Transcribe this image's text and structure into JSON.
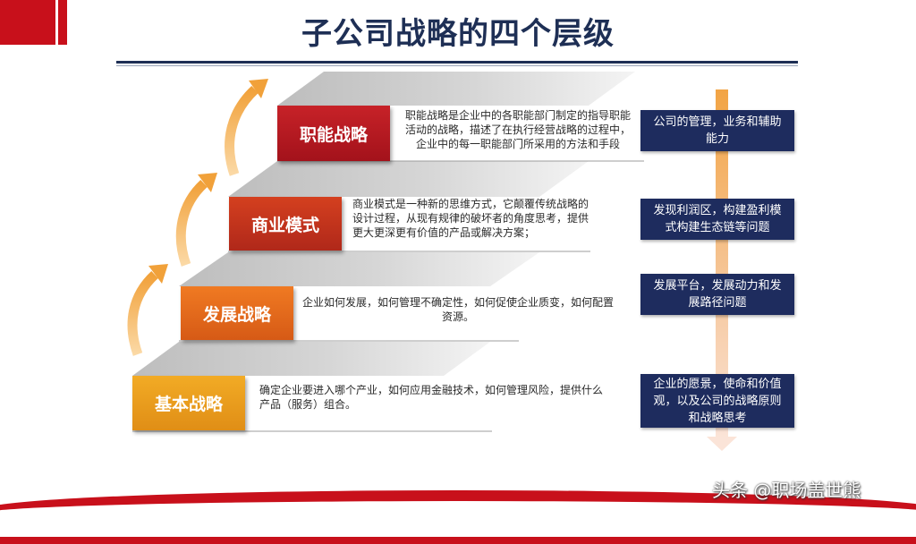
{
  "title": "子公司战略的四个层级",
  "levels": [
    {
      "label": "基本战略",
      "color": "#e8a21c",
      "description": "确定企业要进入哪个产业，如何应用金融技术，如何管理风险，提供什么产品（服务）组合。",
      "focus": "企业的愿景，使命和价值观，以及公司的战略原则和战略思考"
    },
    {
      "label": "发展战略",
      "color": "#e46b1c",
      "description": "企业如何发展，如何管理不确定性，如何促使企业质变，如何配置资源。",
      "focus": "发展平台，发展动力和发展路径问题"
    },
    {
      "label": "商业模式",
      "color": "#c8321b",
      "description": "商业模式是一种新的思维方式，它颠覆传统战略的设计过程，从现有规律的破坏者的角度思考，提供更大更深更有价值的产品或解决方案；",
      "focus": "发现利润区，构建盈利模式构建生态链等问题"
    },
    {
      "label": "职能战略",
      "color": "#b4161f",
      "description": "职能战略是企业中的各职能部门制定的指导职能活动的战略，描述了在执行经营战略的过程中，企业中的每一职能部门所采用的方法和手段",
      "focus": "公司的管理，业务和辅助能力"
    }
  ],
  "colors": {
    "title": "#1e2f55",
    "brand_red": "#c8101b",
    "navy": "#1e2c5e",
    "arrow_orange": "#f2a444"
  },
  "watermark": "头条 @职场盖世熊"
}
